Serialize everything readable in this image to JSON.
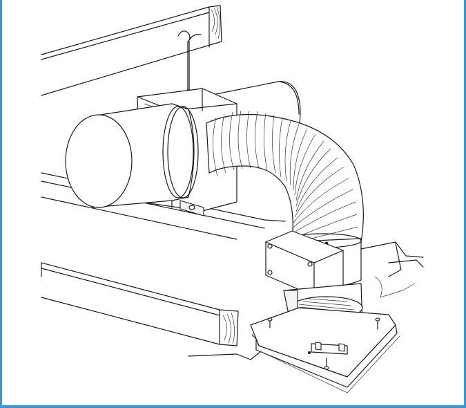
{
  "illustration": {
    "parts": [
      "joist-upper",
      "hanger-wire",
      "ceiling-hook",
      "inline-fan-housing",
      "duct-inlet-cylinder",
      "duct-outlet-cylinder",
      "flexible-duct",
      "junction-box",
      "duct-collar",
      "backdraft-damper",
      "ceiling-mount-plate",
      "ceiling-drywall",
      "joist-lower",
      "mounting-screw",
      "mounting-bracket"
    ],
    "colors": {
      "line": "#1a1a1a",
      "fill": "#ffffff",
      "frame_border": "#3a9ad9"
    }
  }
}
